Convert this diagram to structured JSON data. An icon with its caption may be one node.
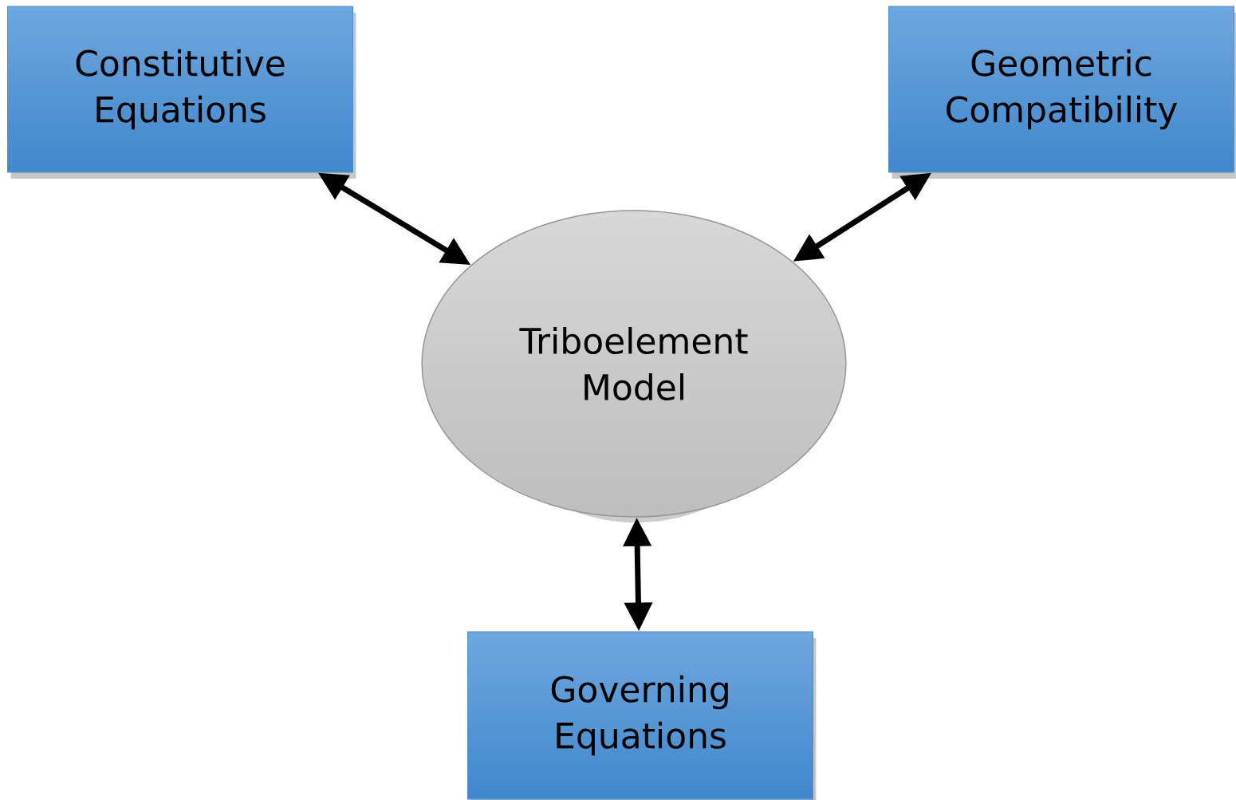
{
  "diagram": {
    "nodes": [
      {
        "text": [
          "Constitutive Equations"
        ]
      },
      {
        "text": [
          "Geometric Compatibility"
        ]
      },
      {
        "text": [
          "Triboelement Model"
        ]
      },
      {
        "text": [
          "Governing Equations"
        ]
      }
    ],
    "edges": [
      {
        "from": 0,
        "to": 2,
        "arrow": "both"
      },
      {
        "from": 1,
        "to": 2,
        "arrow": "both"
      },
      {
        "from": 2,
        "to": 3,
        "arrow": "both"
      }
    ]
  }
}
